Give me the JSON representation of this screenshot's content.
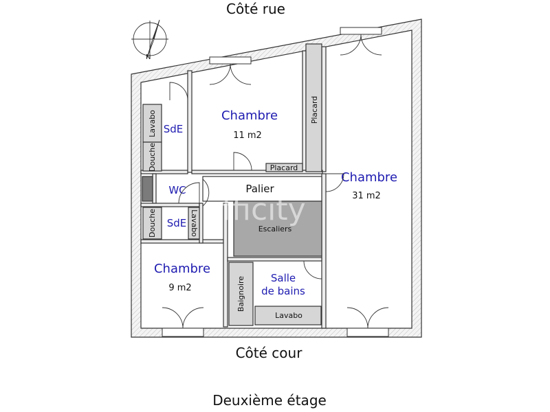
{
  "captions": {
    "top": "Côté rue",
    "bottom": "Côté cour",
    "floor": "Deuxième étage"
  },
  "compass": {
    "north_label": "N",
    "icon": "compass-icon"
  },
  "rooms": {
    "chambre_11": {
      "name": "Chambre",
      "area": "11 m2"
    },
    "chambre_31": {
      "name": "Chambre",
      "area": "31 m2"
    },
    "chambre_9": {
      "name": "Chambre",
      "area": "9 m2"
    },
    "sde_top": {
      "name": "SdE"
    },
    "sde_mid": {
      "name": "SdE"
    },
    "wc": {
      "name": "WC"
    },
    "palier": {
      "name": "Palier"
    },
    "escaliers": {
      "name": "Escaliers"
    },
    "salle_de_bains": {
      "line1": "Salle",
      "line2": "de bains"
    }
  },
  "fixtures": {
    "lavabo_top": "Lavabo",
    "douche_top": "Douche",
    "douche_mid": "Douche",
    "lavabo_mid": "Lavabo",
    "placard_tall": "Placard",
    "placard_small": "Placard",
    "baignoire": "Baignoire",
    "lavabo_bath": "Lavabo"
  },
  "watermark": "efficity"
}
